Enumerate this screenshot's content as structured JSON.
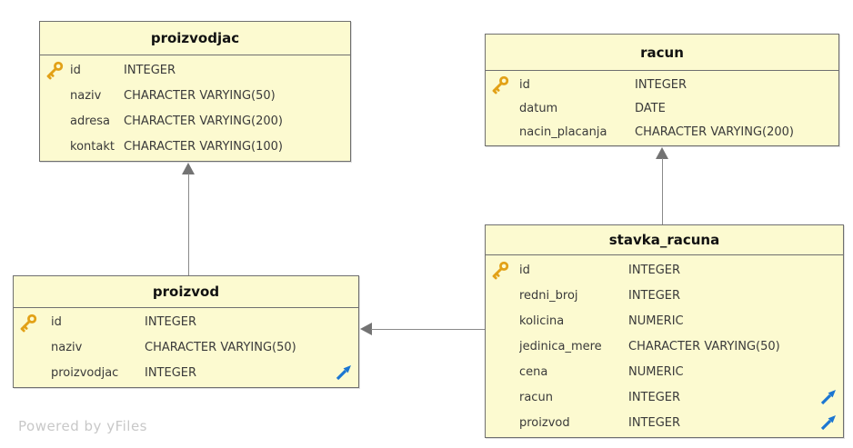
{
  "watermark": "Powered by yFiles",
  "colors": {
    "table_fill": "#FCFAD0",
    "table_border": "#6F6F6F",
    "title_text": "#111111",
    "attribute_text": "#3A3A3A",
    "key_icon": "#E2A117",
    "fk_icon": "#1B76D2",
    "edge_line": "#8A8A8A",
    "edge_arrow": "#737373",
    "watermark_text": "#C8C8C8"
  },
  "tables": [
    {
      "title": "proizvodjac",
      "columns": [
        {
          "name": "id",
          "type": "INTEGER",
          "pk": true,
          "fk": false
        },
        {
          "name": "naziv",
          "type": "CHARACTER VARYING(50)",
          "pk": false,
          "fk": false
        },
        {
          "name": "adresa",
          "type": "CHARACTER VARYING(200)",
          "pk": false,
          "fk": false
        },
        {
          "name": "kontakt",
          "type": "CHARACTER VARYING(100)",
          "pk": false,
          "fk": false
        }
      ]
    },
    {
      "title": "racun",
      "columns": [
        {
          "name": "id",
          "type": "INTEGER",
          "pk": true,
          "fk": false
        },
        {
          "name": "datum",
          "type": "DATE",
          "pk": false,
          "fk": false
        },
        {
          "name": "nacin_placanja",
          "type": "CHARACTER VARYING(200)",
          "pk": false,
          "fk": false
        }
      ]
    },
    {
      "title": "proizvod",
      "columns": [
        {
          "name": "id",
          "type": "INTEGER",
          "pk": true,
          "fk": false
        },
        {
          "name": "naziv",
          "type": "CHARACTER VARYING(50)",
          "pk": false,
          "fk": false
        },
        {
          "name": "proizvodjac",
          "type": "INTEGER",
          "pk": false,
          "fk": true
        }
      ]
    },
    {
      "title": "stavka_racuna",
      "columns": [
        {
          "name": "id",
          "type": "INTEGER",
          "pk": true,
          "fk": false
        },
        {
          "name": "redni_broj",
          "type": "INTEGER",
          "pk": false,
          "fk": false
        },
        {
          "name": "kolicina",
          "type": "NUMERIC",
          "pk": false,
          "fk": false
        },
        {
          "name": "jedinica_mere",
          "type": "CHARACTER VARYING(50)",
          "pk": false,
          "fk": false
        },
        {
          "name": "cena",
          "type": "NUMERIC",
          "pk": false,
          "fk": false
        },
        {
          "name": "racun",
          "type": "INTEGER",
          "pk": false,
          "fk": true
        },
        {
          "name": "proizvod",
          "type": "INTEGER",
          "pk": false,
          "fk": true
        }
      ]
    }
  ],
  "relations": [
    {
      "from": "proizvod",
      "to": "proizvodjac"
    },
    {
      "from": "stavka_racuna",
      "to": "racun"
    },
    {
      "from": "stavka_racuna",
      "to": "proizvod"
    }
  ]
}
